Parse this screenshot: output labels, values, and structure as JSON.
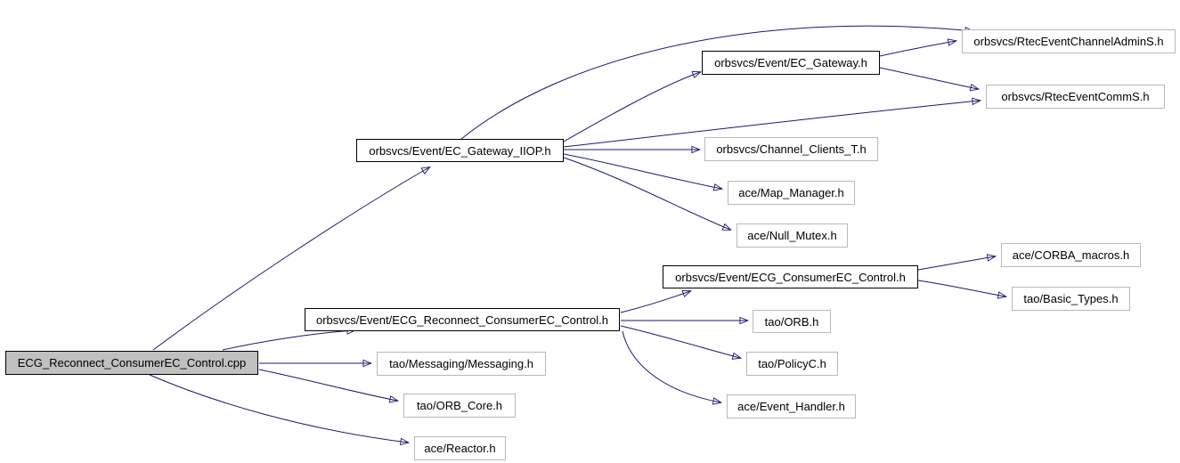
{
  "graph": {
    "type": "include-dependency-graph",
    "colors": {
      "background": "#ffffff",
      "edge": "#191970",
      "root_fill": "#c0c0c0",
      "linked_node_border": "#000000",
      "plain_node_border": "#b9b9b9"
    },
    "nodes": [
      {
        "id": "root",
        "label": "ECG_Reconnect_ConsumerEC_Control.cpp",
        "style": "root"
      },
      {
        "id": "gateway_iiop",
        "label": "orbsvcs/Event/EC_Gateway_IIOP.h",
        "style": "linked"
      },
      {
        "id": "gateway",
        "label": "orbsvcs/Event/EC_Gateway.h",
        "style": "linked"
      },
      {
        "id": "channel_admin",
        "label": "orbsvcs/RtecEventChannelAdminS.h",
        "style": "plain"
      },
      {
        "id": "comms",
        "label": "orbsvcs/RtecEventCommS.h",
        "style": "plain"
      },
      {
        "id": "channel_clients",
        "label": "orbsvcs/Channel_Clients_T.h",
        "style": "plain"
      },
      {
        "id": "map_manager",
        "label": "ace/Map_Manager.h",
        "style": "plain"
      },
      {
        "id": "null_mutex",
        "label": "ace/Null_Mutex.h",
        "style": "plain"
      },
      {
        "id": "consumer_ctrl",
        "label": "orbsvcs/Event/ECG_ConsumerEC_Control.h",
        "style": "linked"
      },
      {
        "id": "corba_macros",
        "label": "ace/CORBA_macros.h",
        "style": "plain"
      },
      {
        "id": "basic_types",
        "label": "tao/Basic_Types.h",
        "style": "plain"
      },
      {
        "id": "reconnect_ctrl",
        "label": "orbsvcs/Event/ECG_Reconnect_ConsumerEC_Control.h",
        "style": "linked"
      },
      {
        "id": "orb",
        "label": "tao/ORB.h",
        "style": "plain"
      },
      {
        "id": "policyc",
        "label": "tao/PolicyC.h",
        "style": "plain"
      },
      {
        "id": "event_handler",
        "label": "ace/Event_Handler.h",
        "style": "plain"
      },
      {
        "id": "messaging",
        "label": "tao/Messaging/Messaging.h",
        "style": "plain"
      },
      {
        "id": "orb_core",
        "label": "tao/ORB_Core.h",
        "style": "plain"
      },
      {
        "id": "reactor",
        "label": "ace/Reactor.h",
        "style": "plain"
      }
    ],
    "edges": [
      {
        "from": "root",
        "to": "gateway_iiop"
      },
      {
        "from": "root",
        "to": "reconnect_ctrl"
      },
      {
        "from": "root",
        "to": "messaging"
      },
      {
        "from": "root",
        "to": "orb_core"
      },
      {
        "from": "root",
        "to": "reactor"
      },
      {
        "from": "gateway_iiop",
        "to": "channel_admin"
      },
      {
        "from": "gateway_iiop",
        "to": "gateway"
      },
      {
        "from": "gateway_iiop",
        "to": "comms"
      },
      {
        "from": "gateway_iiop",
        "to": "channel_clients"
      },
      {
        "from": "gateway_iiop",
        "to": "map_manager"
      },
      {
        "from": "gateway_iiop",
        "to": "null_mutex"
      },
      {
        "from": "gateway",
        "to": "channel_admin"
      },
      {
        "from": "gateway",
        "to": "comms"
      },
      {
        "from": "reconnect_ctrl",
        "to": "consumer_ctrl"
      },
      {
        "from": "reconnect_ctrl",
        "to": "orb"
      },
      {
        "from": "reconnect_ctrl",
        "to": "policyc"
      },
      {
        "from": "reconnect_ctrl",
        "to": "event_handler"
      },
      {
        "from": "consumer_ctrl",
        "to": "corba_macros"
      },
      {
        "from": "consumer_ctrl",
        "to": "basic_types"
      }
    ]
  }
}
